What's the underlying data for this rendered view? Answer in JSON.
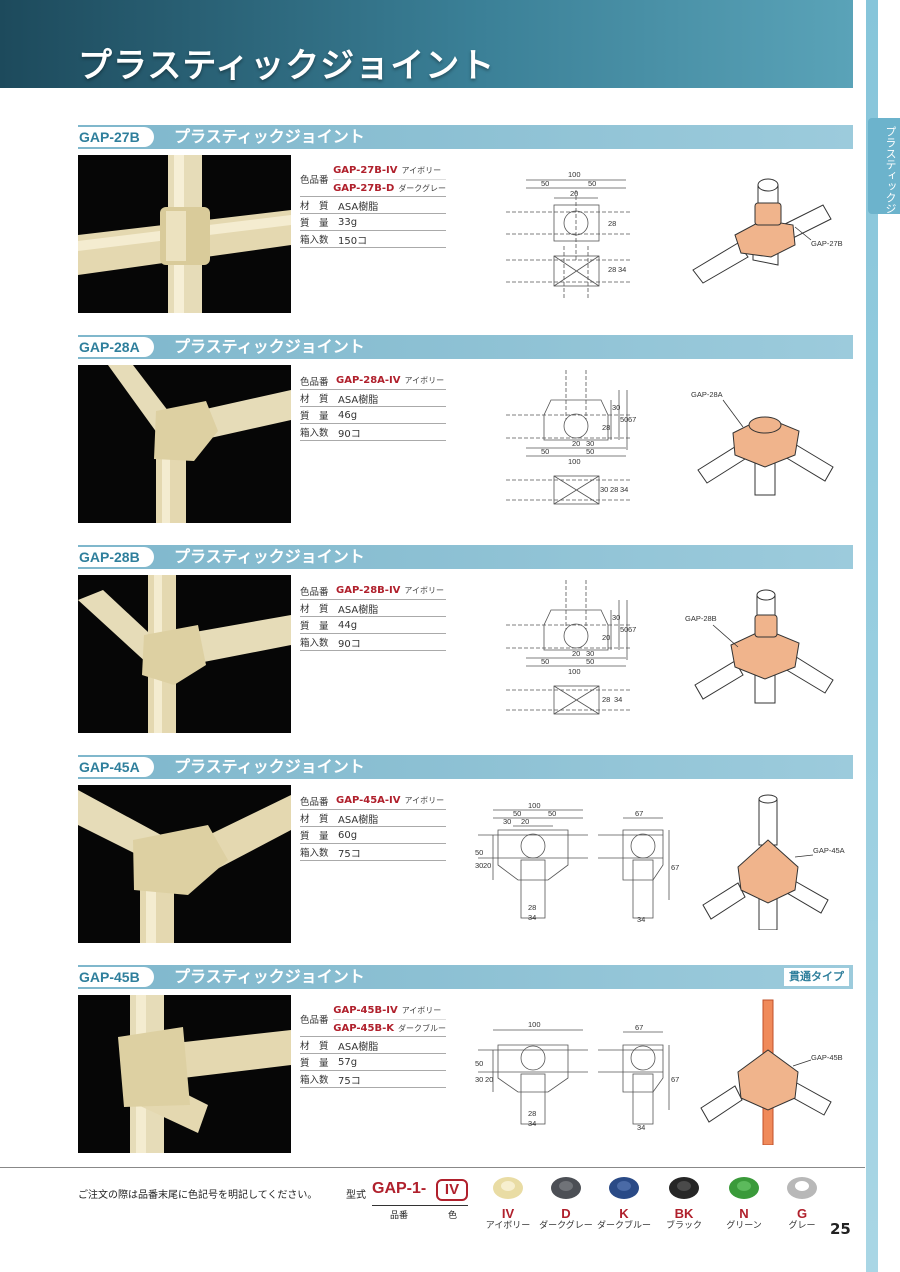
{
  "header": {
    "title": "プラスティックジョイント"
  },
  "side_tab": {
    "label": "プラスティックジョイント"
  },
  "sections": [
    {
      "code": "GAP-27B",
      "title": "プラスティックジョイント",
      "badge": "",
      "color_label": "色品番",
      "variants": [
        {
          "code": "GAP-27B-IV",
          "name": "アイボリー"
        },
        {
          "code": "GAP-27B-D",
          "name": "ダークグレー"
        }
      ],
      "material_label": "材　質",
      "material": "ASA樹脂",
      "weight_label": "質　量",
      "weight": "33g",
      "qty_label": "箱入数",
      "qty": "150コ",
      "dims": [
        "100",
        "50",
        "50",
        "20",
        "28",
        "28",
        "34"
      ],
      "iso_label": "GAP-27B"
    },
    {
      "code": "GAP-28A",
      "title": "プラスティックジョイント",
      "badge": "",
      "color_label": "色品番",
      "variants": [
        {
          "code": "GAP-28A-IV",
          "name": "アイボリー"
        }
      ],
      "material_label": "材　質",
      "material": "ASA樹脂",
      "weight_label": "質　量",
      "weight": "46g",
      "qty_label": "箱入数",
      "qty": "90コ",
      "dims": [
        "30",
        "28",
        "50",
        "67",
        "20",
        "30",
        "50",
        "50",
        "100",
        "30",
        "28",
        "34"
      ],
      "iso_label": "GAP-28A"
    },
    {
      "code": "GAP-28B",
      "title": "プラスティックジョイント",
      "badge": "",
      "color_label": "色品番",
      "variants": [
        {
          "code": "GAP-28B-IV",
          "name": "アイボリー"
        }
      ],
      "material_label": "材　質",
      "material": "ASA樹脂",
      "weight_label": "質　量",
      "weight": "44g",
      "qty_label": "箱入数",
      "qty": "90コ",
      "dims": [
        "30",
        "20",
        "50",
        "67",
        "20",
        "30",
        "50",
        "50",
        "100",
        "28",
        "34"
      ],
      "iso_label": "GAP-28B"
    },
    {
      "code": "GAP-45A",
      "title": "プラスティックジョイント",
      "badge": "",
      "color_label": "色品番",
      "variants": [
        {
          "code": "GAP-45A-IV",
          "name": "アイボリー"
        }
      ],
      "material_label": "材　質",
      "material": "ASA樹脂",
      "weight_label": "質　量",
      "weight": "60g",
      "qty_label": "箱入数",
      "qty": "75コ",
      "dims": [
        "100",
        "50",
        "50",
        "30",
        "20",
        "50",
        "30",
        "20",
        "28",
        "34",
        "67",
        "67",
        "34"
      ],
      "iso_label": "GAP-45A"
    },
    {
      "code": "GAP-45B",
      "title": "プラスティックジョイント",
      "badge": "貫通タイプ",
      "color_label": "色品番",
      "variants": [
        {
          "code": "GAP-45B-IV",
          "name": "アイボリー"
        },
        {
          "code": "GAP-45B-K",
          "name": "ダークブルー"
        }
      ],
      "material_label": "材　質",
      "material": "ASA樹脂",
      "weight_label": "質　量",
      "weight": "57g",
      "qty_label": "箱入数",
      "qty": "75コ",
      "dims": [
        "100",
        "50",
        "30",
        "20",
        "28",
        "34",
        "67",
        "67",
        "34"
      ],
      "iso_label": "GAP-45B"
    }
  ],
  "footer": {
    "order_note": "ご注文の際は品番末尾に色記号を明記してください。",
    "model_label": "型式",
    "model_prefix": "GAP-1-",
    "model_color": "IV",
    "sub_part": "品番",
    "sub_color": "色",
    "colors": [
      {
        "code": "IV",
        "name": "アイボリー",
        "hex": "#e9dca4"
      },
      {
        "code": "D",
        "name": "ダークグレー",
        "hex": "#4c4f55"
      },
      {
        "code": "K",
        "name": "ダークブルー",
        "hex": "#2a4a86"
      },
      {
        "code": "BK",
        "name": "ブラック",
        "hex": "#262626"
      },
      {
        "code": "N",
        "name": "グリーン",
        "hex": "#3a9a3a"
      },
      {
        "code": "G",
        "name": "グレー",
        "hex": "#b8b8b8"
      }
    ],
    "page_number": "25"
  }
}
